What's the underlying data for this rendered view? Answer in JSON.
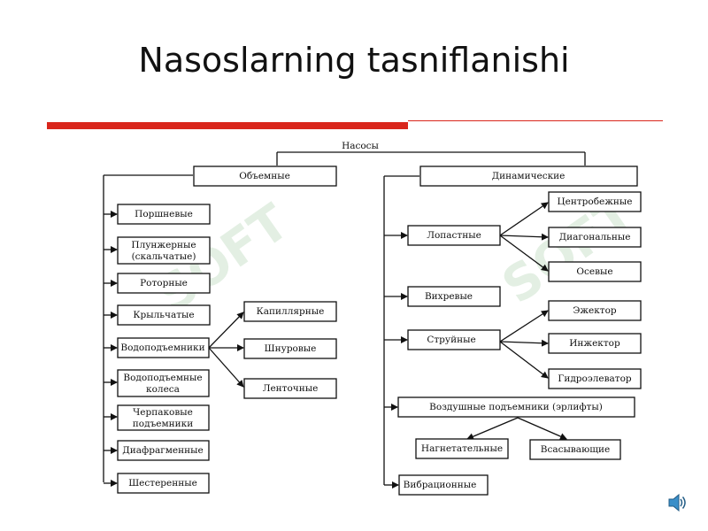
{
  "slide": {
    "title": "Nasoslarning tasniflanishi",
    "accent_color": "#d9261c"
  },
  "diagram": {
    "root": "Насосы",
    "volumetric": {
      "label": "Объемные",
      "items": [
        "Поршневые",
        "Плунжерные",
        "(скальчатые)",
        "Роторные",
        "Крыльчатые",
        "Водоподъемники",
        "Водоподъемные",
        "колеса",
        "Черпаковые",
        "подъемники",
        "Диафрагменные",
        "Шестеренные"
      ],
      "water_lift_children": [
        "Капиллярные",
        "Шнуровые",
        "Ленточные"
      ]
    },
    "dynamic": {
      "label": "Динамические",
      "items": [
        "Лопастные",
        "Вихревые",
        "Струйные",
        "Воздушные подъемники (эрлифты)",
        "Вибрационные"
      ],
      "vane_children": [
        "Центробежные",
        "Диагональные",
        "Осевые"
      ],
      "jet_children": [
        "Эжектор",
        "Инжектор",
        "Гидроэлеватор"
      ],
      "airlift_children": [
        "Нагнетательные",
        "Всасывающие"
      ]
    }
  },
  "watermark_text": "SOFT",
  "icons": {
    "speaker": "speaker-icon"
  }
}
